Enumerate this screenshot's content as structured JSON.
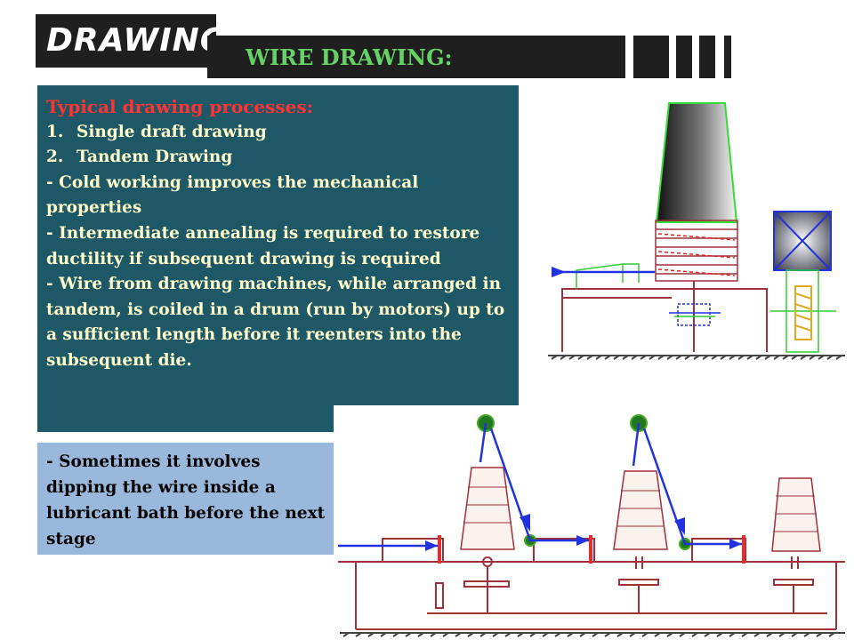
{
  "header": {
    "logo_text": "DRAWING",
    "title": "WIRE DRAWING:"
  },
  "content": {
    "heading": "Typical drawing processes:",
    "list": [
      {
        "num": "1.",
        "text": "Single draft drawing"
      },
      {
        "num": "2.",
        "text": "Tandem Drawing"
      }
    ],
    "bullets": [
      "Cold working improves the mechanical properties",
      "Intermediate annealing is required to restore ductility if subsequent drawing is required",
      "Wire from drawing machines, while arranged in tandem, is coiled in a drum (run by motors) up to a sufficient length before it reenters into the subsequent die."
    ],
    "dash": "-",
    "note": "Sometimes it involves dipping the wire inside a lubricant bath before the next stage"
  },
  "colors": {
    "panel_dark": "#1e5766",
    "panel_light": "#9ab8dc",
    "heading_red": "#ff3333",
    "body_text": "#ffffcc",
    "title_green": "#66d266",
    "diagram_frame": "#a0303a",
    "wire_blue": "#2233dd",
    "die_red": "#e03030",
    "pulley_green": "#227722"
  }
}
